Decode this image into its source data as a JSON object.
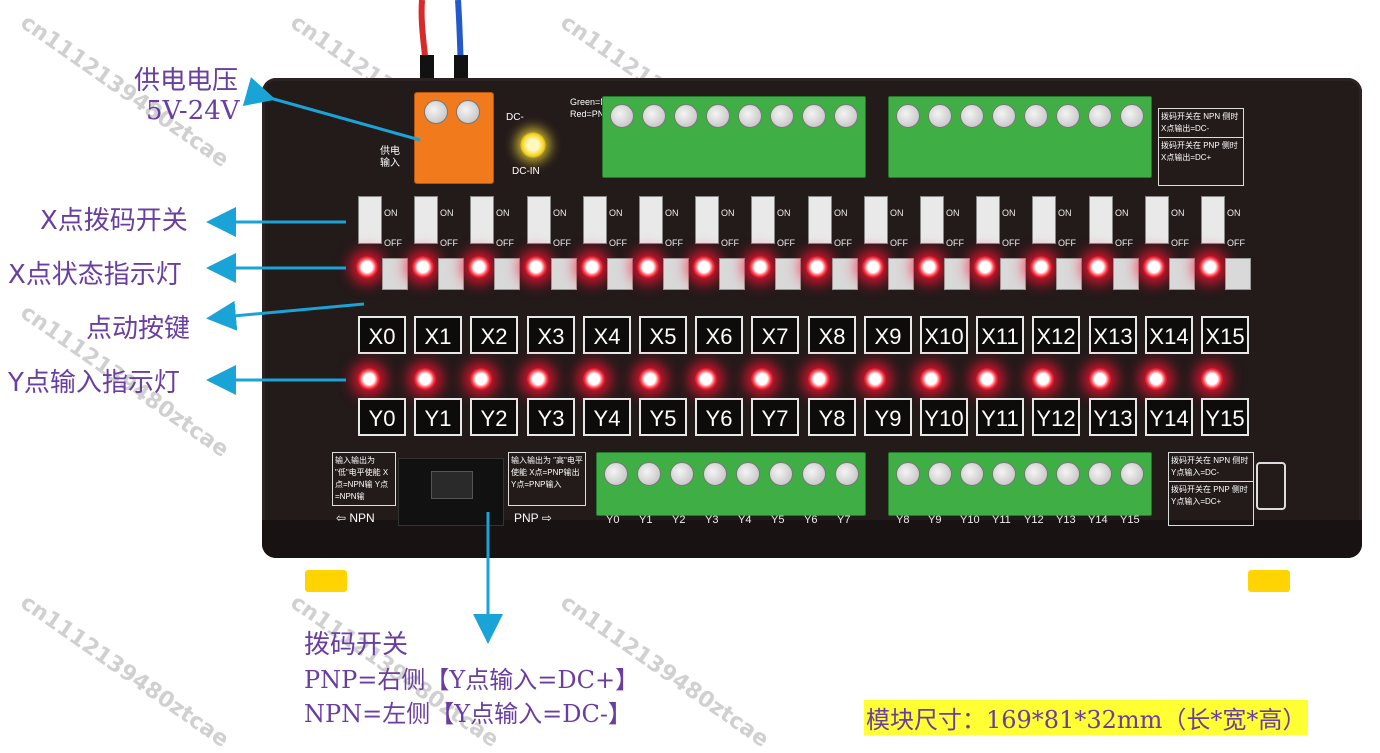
{
  "watermark": "cn1112139480ztcae",
  "callouts": {
    "power_title": "供电电压",
    "power_range": "5V-24V",
    "x_switch": "X点拨码开关",
    "x_led": "X点状态指示灯",
    "push_button": "点动按键",
    "y_led": "Y点输入指示灯",
    "dip_title": "拨码开关",
    "dip_pnp": "PNP=右侧【Y点输入=DC+】",
    "dip_npn": "NPN=左侧【Y点输入=DC-】",
    "module_size": "模块尺寸：169*81*32mm（长*宽*高）"
  },
  "board": {
    "dc_minus": "DC-",
    "dc_in": "DC-IN",
    "power_input": "供电\n输入",
    "green_red": "Green=NPN Red=PNP",
    "x_labels": [
      "X0",
      "X1",
      "X2",
      "X3",
      "X4",
      "X5",
      "X6",
      "X7",
      "X8",
      "X9",
      "X10",
      "X11",
      "X12",
      "X13",
      "X14",
      "X15"
    ],
    "y_labels": [
      "Y0",
      "Y1",
      "Y2",
      "Y3",
      "Y4",
      "Y5",
      "Y6",
      "Y7",
      "Y8",
      "Y9",
      "Y10",
      "Y11",
      "Y12",
      "Y13",
      "Y14",
      "Y15"
    ],
    "switch_on": "ON",
    "switch_off": "OFF",
    "npn_arrow": "NPN",
    "pnp_arrow": "PNP",
    "top_right_note_1": "拨码开关在 NPN 侧时 X点输出=DC-",
    "top_right_note_2": "拨码开关在 PNP 侧时 X点输出=DC+",
    "bottom_right_note_1": "拨码开关在 NPN 侧时 Y点输入=DC-",
    "bottom_right_note_2": "拨码开关在 PNP 侧时 Y点输入=DC+",
    "left_note": "输入输出为 \"低\"电平使能 X点=NPN输 Y点=NPN输",
    "mid_note": "输入输出为 \"高\"电平使能 X点=PNP输出 Y点=PNP输入"
  },
  "colors": {
    "callout": "#6a3ea1",
    "arrow": "#1aa3d6",
    "board": "#231a1a",
    "terminal": "#3fae45",
    "led": "#ff2a3a",
    "highlight": "#ffff33"
  }
}
